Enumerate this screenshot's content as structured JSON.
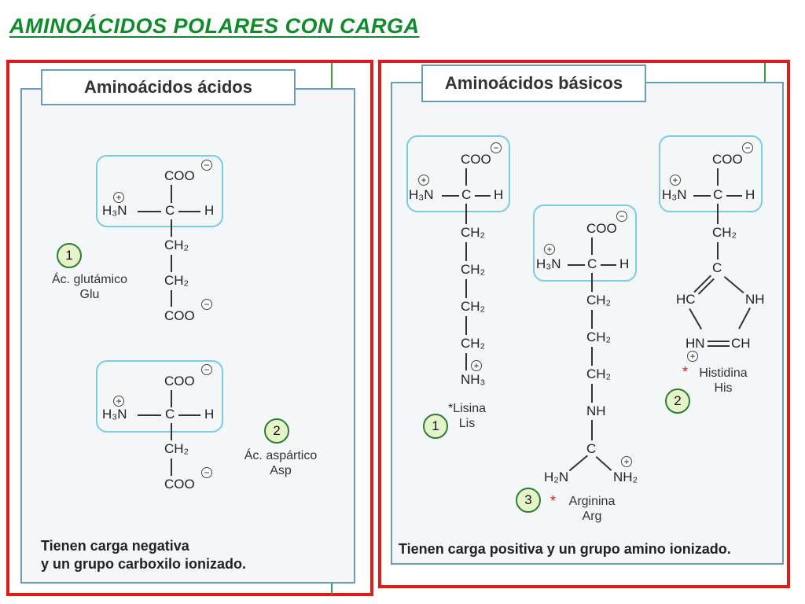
{
  "page_title": "AMINOÁCIDOS POLARES CON CARGA",
  "colors": {
    "title": "#0f8a2c",
    "frame": "#e01b1b",
    "card_border": "#7ccbe0",
    "badge_fill": "#e6f5c9"
  },
  "acid_panel": {
    "header": "Aminoácidos ácidos",
    "glu": {
      "name": "Ác. glutámico",
      "abbr": "Glu",
      "number": "1"
    },
    "asp": {
      "name": "Ác. aspártico",
      "abbr": "Asp",
      "number": "2"
    },
    "footer_line1": "Tienen carga negativa",
    "footer_line2": "y un grupo carboxilo ionizado."
  },
  "basic_panel": {
    "header": "Aminoácidos básicos",
    "lys": {
      "name": "*Lisina",
      "abbr": "Lis",
      "number": "1"
    },
    "his": {
      "name": "Histidina",
      "abbr": "His",
      "number": "2",
      "star": "*"
    },
    "arg": {
      "name": "Arginina",
      "abbr": "Arg",
      "number": "3",
      "star": "*"
    },
    "footer": "Tienen carga positiva y un grupo amino ionizado."
  },
  "chem": {
    "coo": "COO",
    "h3n": "H₃N",
    "c": "C",
    "h": "H",
    "ch2": "CH₂",
    "nh3": "NH₃",
    "nh": "NH",
    "h2n": "H₂N",
    "nh2": "NH₂",
    "hc": "HC",
    "hn": "HN",
    "ch": "CH",
    "plus": "+",
    "minus": "−"
  }
}
